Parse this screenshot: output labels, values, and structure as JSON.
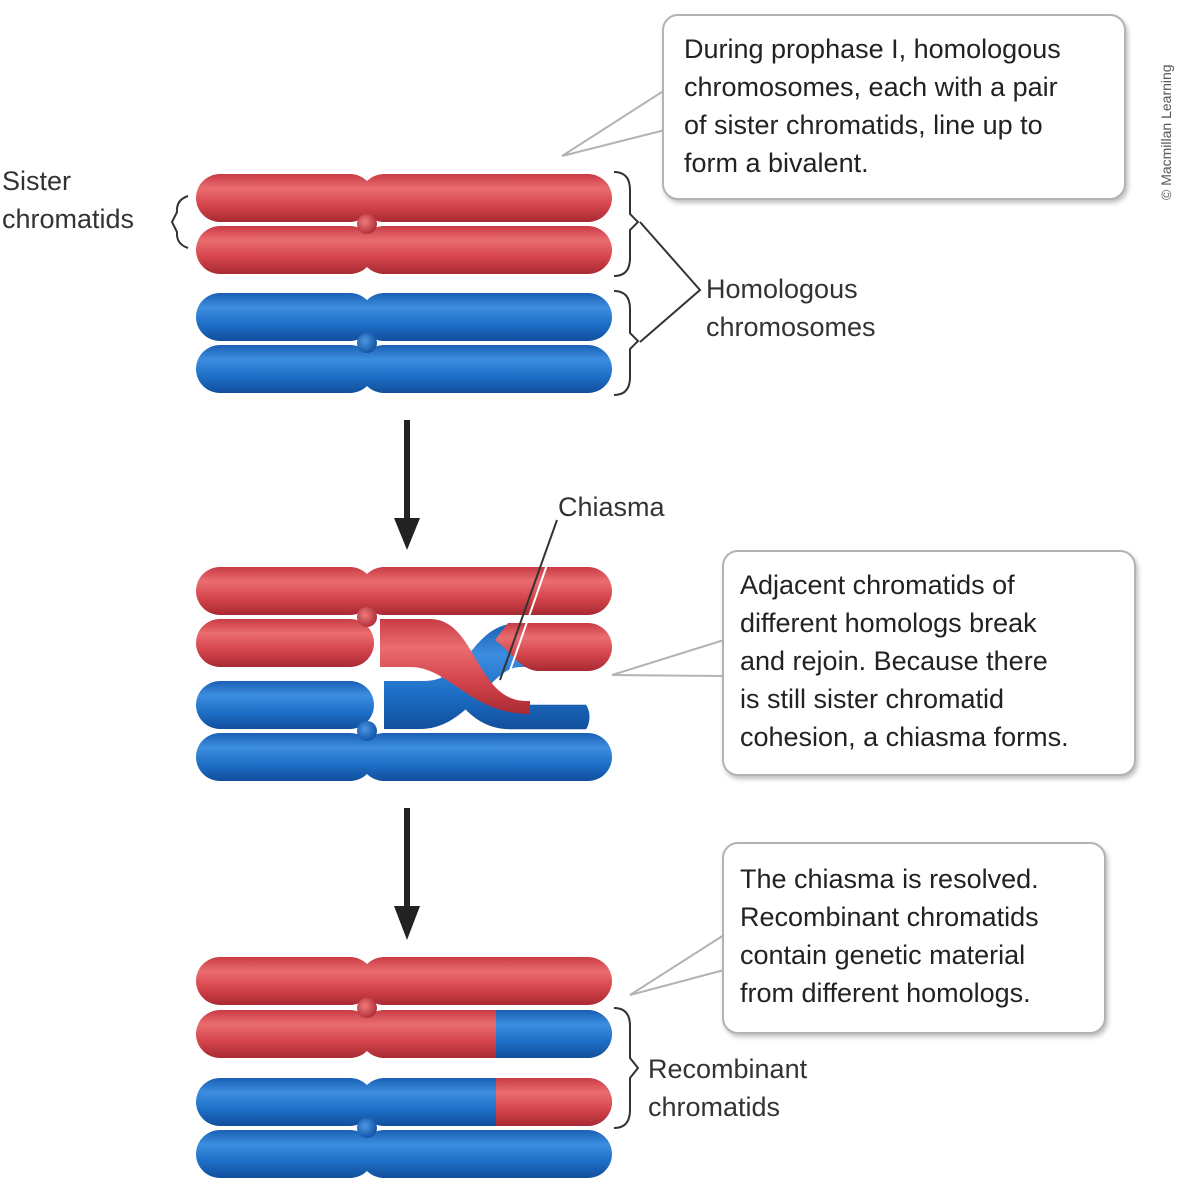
{
  "colors": {
    "red": "#d9434a",
    "blue": "#1e6fc7",
    "border": "#b3b3b3",
    "text": "#222222"
  },
  "callouts": {
    "step1": [
      "During prophase I, homologous",
      "chromosomes, each with a pair",
      "of sister chromatids, line up to",
      "form a bivalent."
    ],
    "step2": [
      "Adjacent chromatids of",
      "different homologs break",
      "and rejoin. Because there",
      "is still sister chromatid",
      "cohesion, a chiasma forms."
    ],
    "step3": [
      "The chiasma is resolved.",
      "Recombinant chromatids",
      "contain genetic material",
      "from different homologs."
    ]
  },
  "labels": {
    "sister_chromatids": [
      "Sister",
      "chromatids"
    ],
    "homologous_chromosomes": [
      "Homologous",
      "chromosomes"
    ],
    "chiasma": "Chiasma",
    "recombinant_chromatids": [
      "Recombinant",
      "chromatids"
    ]
  },
  "copyright": "© Macmillan Learning"
}
